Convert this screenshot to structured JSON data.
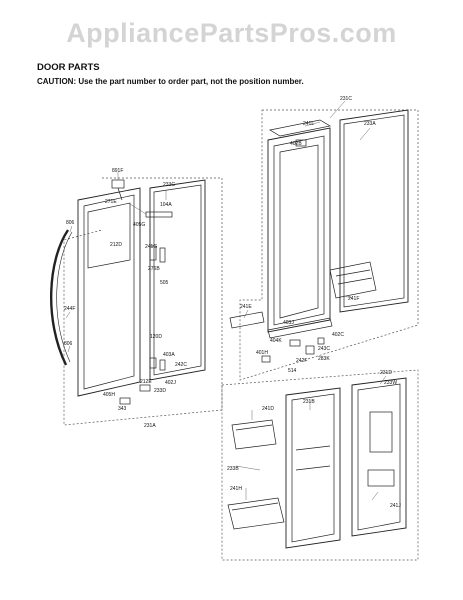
{
  "watermark": "AppliancePartsPros.com",
  "section_title": "DOOR PARTS",
  "caution": "CAUTION: Use the part number to order part, not the position number.",
  "callouts": {
    "c231C": "231C",
    "c241L": "241L",
    "c233A": "233A",
    "c402B": "402B",
    "c891F": "891F",
    "c271E": "271E",
    "c233C": "233C",
    "c104A": "104A",
    "c405G": "405G",
    "c212D": "212D",
    "c241G": "241G",
    "c276B": "276B",
    "c505": "505",
    "c806": "806",
    "c244F": "244F",
    "c241F": "241F",
    "c241E": "241E",
    "c403J": "403J",
    "c402C": "402C",
    "c120D": "120D",
    "c403A": "403A",
    "c242C": "242C",
    "c401H": "401H",
    "c404K": "404K",
    "c212E": "212E",
    "c402J": "402J",
    "c233D": "233D",
    "c405H": "405H",
    "c343": "343",
    "c231A": "231A",
    "c231D": "231D",
    "c233W": "233W",
    "c241D": "241D",
    "c233B": "233B",
    "c241H": "241H",
    "c241J": "241J",
    "c231B": "231B",
    "c514": "514",
    "c242F": "242F",
    "c283K": "283K",
    "c243C": "243C"
  }
}
